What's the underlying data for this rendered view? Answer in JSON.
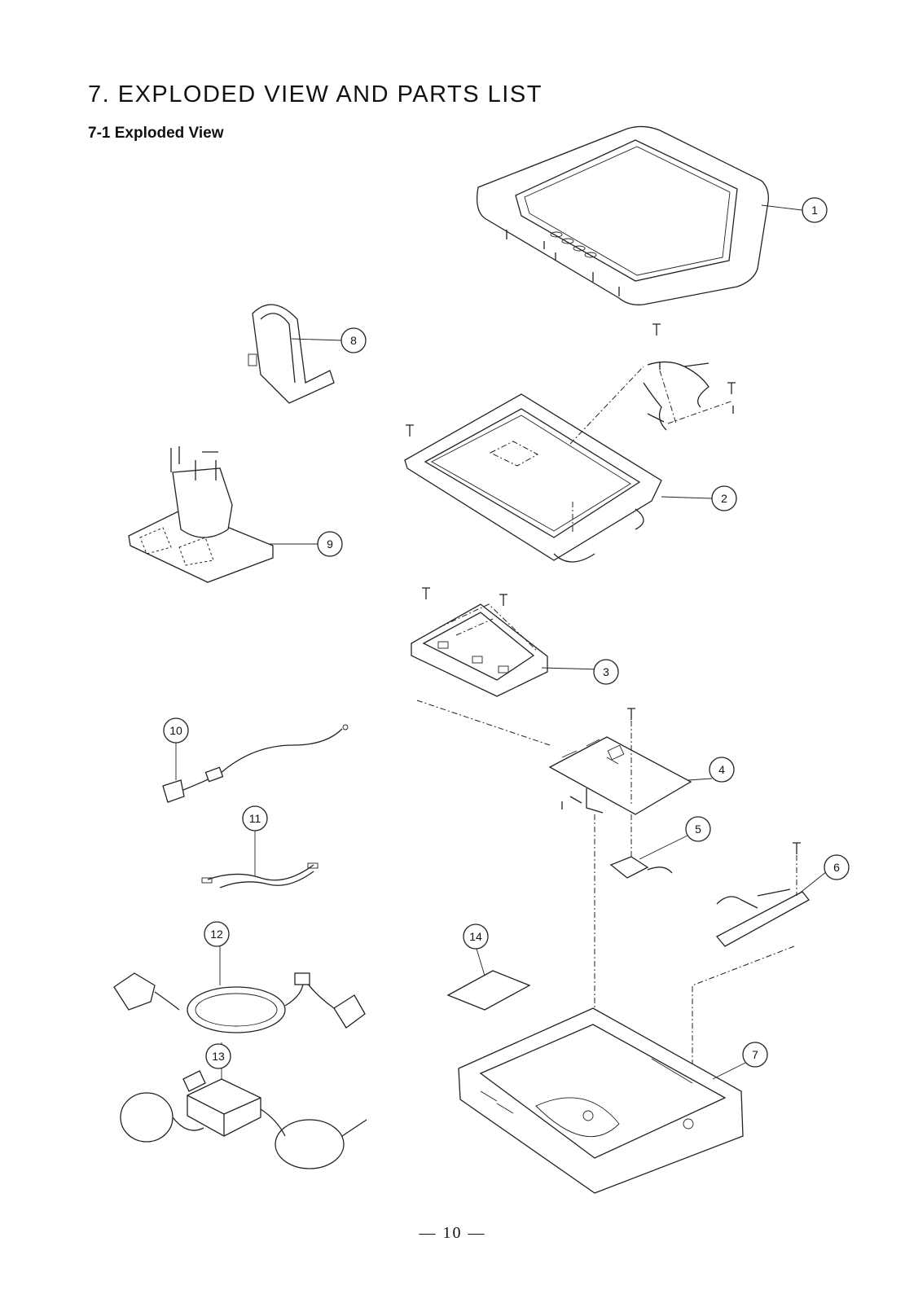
{
  "title": "7. EXPLODED VIEW AND PARTS LIST",
  "subtitle": "7-1 Exploded View",
  "page_number": "— 10 —",
  "callouts": [
    "1",
    "2",
    "3",
    "4",
    "5",
    "6",
    "7",
    "8",
    "9",
    "10",
    "11",
    "12",
    "13",
    "14"
  ]
}
